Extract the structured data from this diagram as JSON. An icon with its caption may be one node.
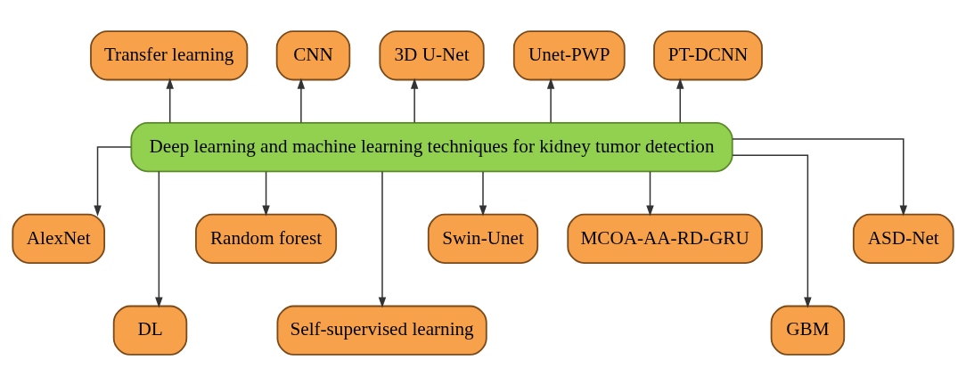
{
  "diagram": {
    "nodes": [
      {
        "text": [
          "Deep learning and machine learning techniques for kidney tumor detection"
        ]
      },
      {
        "text": [
          "Transfer learning"
        ]
      },
      {
        "text": [
          "CNN"
        ]
      },
      {
        "text": [
          "3D U-Net"
        ]
      },
      {
        "text": [
          "Unet-PWP"
        ]
      },
      {
        "text": [
          "PT-DCNN"
        ]
      },
      {
        "text": [
          "AlexNet"
        ]
      },
      {
        "text": [
          "DL"
        ]
      },
      {
        "text": [
          "Random forest"
        ]
      },
      {
        "text": [
          "Self-supervised learning"
        ]
      },
      {
        "text": [
          "Swin-Unet"
        ]
      },
      {
        "text": [
          "MCOA-AA-RD-GRU"
        ]
      },
      {
        "text": [
          "GBM"
        ]
      },
      {
        "text": [
          "ASD-Net"
        ]
      }
    ],
    "edges": [
      {
        "from": 0,
        "to": 1,
        "arrow": "to"
      },
      {
        "from": 0,
        "to": 2,
        "arrow": "to"
      },
      {
        "from": 0,
        "to": 3,
        "arrow": "to"
      },
      {
        "from": 0,
        "to": 4,
        "arrow": "to"
      },
      {
        "from": 0,
        "to": 5,
        "arrow": "to"
      },
      {
        "from": 0,
        "to": 6,
        "arrow": "to"
      },
      {
        "from": 0,
        "to": 7,
        "arrow": "to"
      },
      {
        "from": 0,
        "to": 8,
        "arrow": "to"
      },
      {
        "from": 0,
        "to": 9,
        "arrow": "to"
      },
      {
        "from": 0,
        "to": 10,
        "arrow": "to"
      },
      {
        "from": 0,
        "to": 11,
        "arrow": "to"
      },
      {
        "from": 0,
        "to": 12,
        "arrow": "to"
      },
      {
        "from": 0,
        "to": 13,
        "arrow": "to"
      }
    ]
  }
}
